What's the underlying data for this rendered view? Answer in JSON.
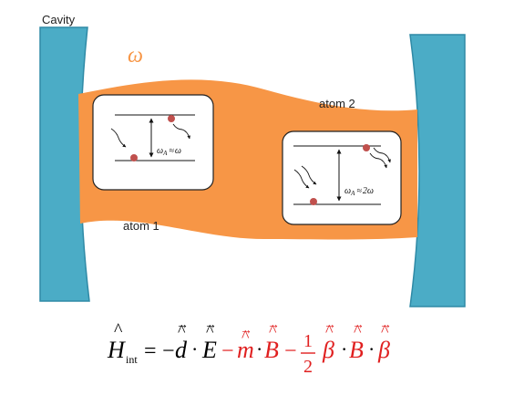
{
  "labels": {
    "cavity": "Cavity",
    "omega": "ω",
    "atom1": "atom 1",
    "atom2": "atom 2"
  },
  "atoms": {
    "atom1": {
      "relation": "≈",
      "rhs": "ω"
    },
    "atom2": {
      "relation": "≈",
      "rhs": "2ω"
    },
    "freq_symbol": "ω",
    "freq_subscript": "A"
  },
  "equation": {
    "H": "H",
    "sub": "int",
    "eq": "=",
    "minus": "−",
    "d": "d",
    "dot": "·",
    "E": "E",
    "m": "m",
    "B": "B",
    "half_num": "1",
    "half_den": "2",
    "beta": "β",
    "hat": "^",
    "arrow": "→"
  },
  "colors": {
    "mirror": "#4bacc6",
    "mirror_edge": "#2f8aa6",
    "field": "#f79646",
    "omega": "#f79646",
    "atom_dot": "#c0504d",
    "equation_red": "#e02020",
    "equation_black": "#000000"
  }
}
